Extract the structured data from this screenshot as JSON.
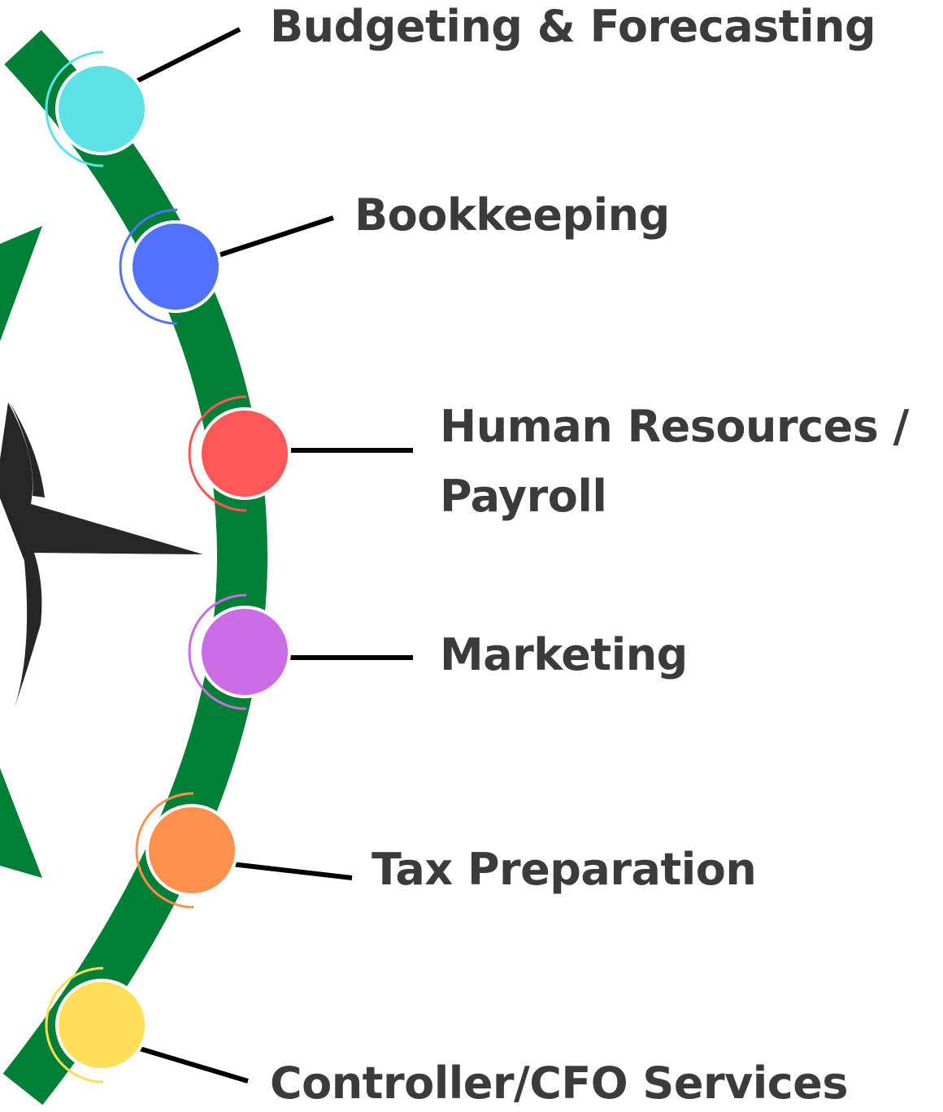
{
  "items": [
    {
      "label": "Budgeting & Forecasting",
      "color": "#5de2e6"
    },
    {
      "label": "Bookkeeping",
      "color": "#5271ff"
    },
    {
      "label_line1": "Human Resources /",
      "label_line2": "Payroll",
      "color": "#ff5757"
    },
    {
      "label": "Marketing",
      "color": "#cb6ce6"
    },
    {
      "label": "Tax Preparation",
      "color": "#ff914d"
    },
    {
      "label": "Controller/CFO Services",
      "color": "#ffde59"
    }
  ],
  "colors": {
    "arc": "#007f37",
    "compass_green": "#008037",
    "compass_dark": "#262626",
    "text": "#3b3b3b",
    "connector": "#000000"
  }
}
